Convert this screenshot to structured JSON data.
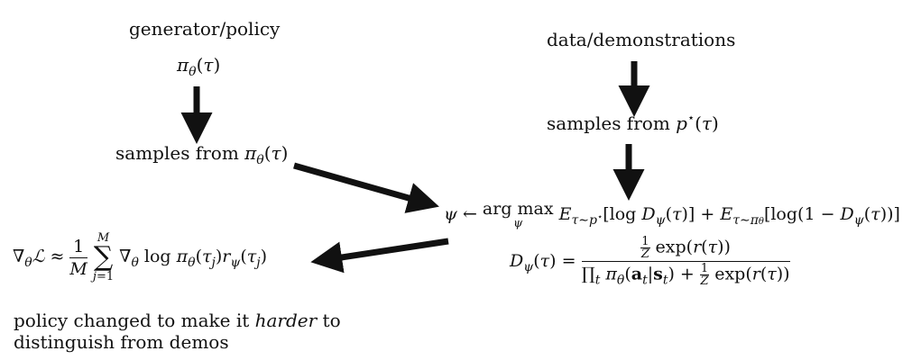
{
  "generator_label": "generator/policy",
  "data_label": "data/demonstrations",
  "policy_note_line1": "policy changed to make it ",
  "policy_note_emph": "harder",
  "policy_note_line1_end": " to",
  "policy_note_line2": "distinguish from demos",
  "samples_text": "samples from"
}
